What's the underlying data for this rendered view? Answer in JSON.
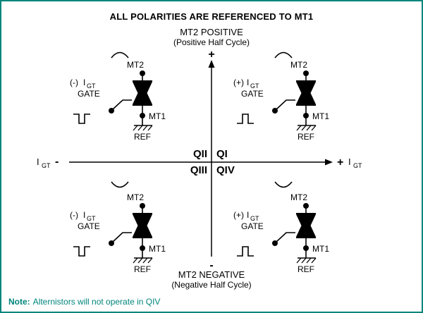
{
  "colors": {
    "accent": "#00857B",
    "ink": "#000000",
    "background": "#FFFFFF"
  },
  "title": "ALL POLARITIES ARE REFERENCED TO MT1",
  "axis": {
    "top_label": "MT2 POSITIVE",
    "top_sublabel": "(Positive Half Cycle)",
    "top_sign": "+",
    "bottom_sign": "-",
    "bottom_label": "MT2 NEGATIVE",
    "bottom_sublabel": "(Negative Half Cycle)",
    "left": {
      "current": "I",
      "current_sub": "GT",
      "sign": "-"
    },
    "right": {
      "sign": "+",
      "current": "I",
      "current_sub": "GT"
    }
  },
  "quadrant_labels": {
    "q1": "QI",
    "q2": "QII",
    "q3": "QIII",
    "q4": "QIV"
  },
  "units": {
    "q2": {
      "polarity": "(-)",
      "current": "I",
      "current_sub": "GT",
      "gate": "GATE",
      "mt2": "MT2",
      "mt1": "MT1",
      "ref": "REF",
      "mt2_wave": "positive-half-sine",
      "gate_pulse": "negative-pulse"
    },
    "q1": {
      "polarity": "(+)",
      "current": "I",
      "current_sub": "GT",
      "gate": "GATE",
      "mt2": "MT2",
      "mt1": "MT1",
      "ref": "REF",
      "mt2_wave": "positive-half-sine",
      "gate_pulse": "positive-pulse"
    },
    "q3": {
      "polarity": "(-)",
      "current": "I",
      "current_sub": "GT",
      "gate": "GATE",
      "mt2": "MT2",
      "mt1": "MT1",
      "ref": "REF",
      "mt2_wave": "negative-half-sine",
      "gate_pulse": "negative-pulse"
    },
    "q4": {
      "polarity": "(+)",
      "current": "I",
      "current_sub": "GT",
      "gate": "GATE",
      "mt2": "MT2",
      "mt1": "MT1",
      "ref": "REF",
      "mt2_wave": "negative-half-sine",
      "gate_pulse": "positive-pulse"
    }
  },
  "note": {
    "prefix": "Note:",
    "text": "Alternistors will not operate in QIV"
  }
}
